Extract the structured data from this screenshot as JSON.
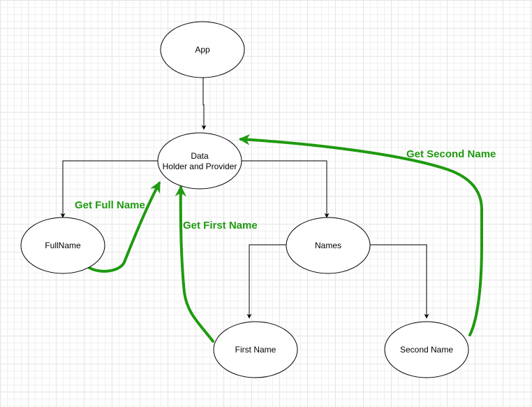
{
  "nodes": {
    "app": "App",
    "data_line1": "Data",
    "data_line2": "Holder and Provider",
    "fullname": "FullName",
    "names": "Names",
    "first_name": "First Name",
    "second_name": "Second Name"
  },
  "annotations": {
    "get_full_name": "Get Full Name",
    "get_first_name": "Get First Name",
    "get_second_name": "Get Second Name"
  },
  "colors": {
    "annotation": "#1f9a10",
    "line": "#000000"
  }
}
